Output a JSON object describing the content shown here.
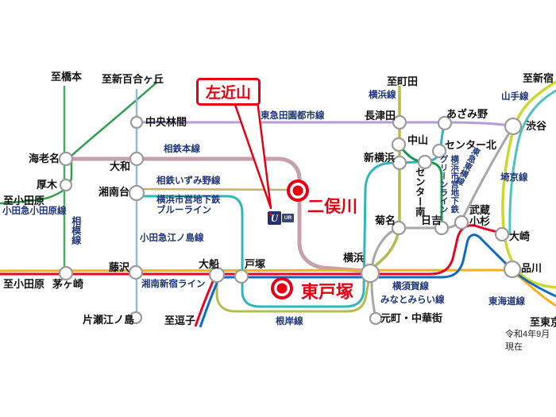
{
  "note": "令和4年9月現在",
  "callout": {
    "sakonyama": "左近山"
  },
  "highlighted_stations": {
    "futamatagawa": "二俣川",
    "higashi_totsuka": "東戸塚"
  },
  "ur_logo": {
    "text": "UR"
  },
  "stations": {
    "ebina": "海老名",
    "atsugi": "厚木",
    "yamato": "大和",
    "chuo_rinkan": "中央林間",
    "shonandai": "湘南台",
    "fujisawa": "藤沢",
    "chigasaki": "茅ヶ崎",
    "katase_enoshima": "片瀬江ノ島",
    "ofuna": "大船",
    "totsuka": "戸塚",
    "yokohama": "横浜",
    "nagatsuta": "長津田",
    "nakayama": "中山",
    "shin_yokohama": "新横浜",
    "center_minami": "センター南",
    "center_kita": "センター北",
    "azamino": "あざみ野",
    "shibuya": "渋谷",
    "kikuna": "菊名",
    "hiyoshi": "日吉",
    "musashi_kosugi": "武蔵小杉",
    "osaki": "大崎",
    "shinagawa": "品川",
    "motomachi_chukagai": "元町・中華街"
  },
  "destinations": {
    "hashimoto": "至橋本",
    "shin_yurigaoka": "至新百合ヶ丘",
    "odawara_west": "至小田原",
    "odawara_south": "至小田原",
    "machida": "至町田",
    "shinjuku": "至新宿",
    "zushi": "至逗子",
    "tokyo": "至東京"
  },
  "lines": {
    "sotetsu_main": "相鉄本線",
    "sotetsu_izumino": "相鉄いずみ野線",
    "blue_line_operator": "横浜市営地下鉄",
    "blue_line": "ブルーライン",
    "odakyu_odawara": "小田急小田原線",
    "odakyu_enoshima": "小田急江ノ島線",
    "sagami": "相模線",
    "shonan_shinjuku": "湘南新宿ライン",
    "negishi": "根岸線",
    "yokosuka": "横須賀線",
    "minatomirai": "みなとみらい線",
    "denentoshi": "東急田園都市線",
    "yokohama_line": "横浜線",
    "yamanote": "山手線",
    "saikyo": "埼京線",
    "tokaido": "東海道線",
    "toyoko": "東急東横線",
    "green_line_operator": "横浜市営地下鉄",
    "green_line": "グリーンライン"
  },
  "colors": {
    "highlight_red": "#e60012",
    "label_navy": "#1e3576",
    "tokaido_orange": "#f5b11c",
    "shonan_shinjuku_red": "#e50527",
    "yokosuka_blue": "#0e6cbf",
    "sotetsu_mauve": "#c5a0ad",
    "izumino_tan": "#c7b167",
    "blue_line_teal": "#2eb6ba",
    "green_line_green": "#159a4c",
    "yokohama_negishi_olive": "#b3bd4f",
    "yamanote_yellow_green": "#cbd92e",
    "saikyo_teal": "#4fc4be",
    "toyoko_gray": "#a8a8a8",
    "denentoshi_lavender": "#b59cd9",
    "odakyu_green": "#2f9e4f",
    "sagami_green": "#49ab64",
    "enoshima_periwinkle": "#95b9de",
    "station_stroke": "#9b9b9b"
  }
}
